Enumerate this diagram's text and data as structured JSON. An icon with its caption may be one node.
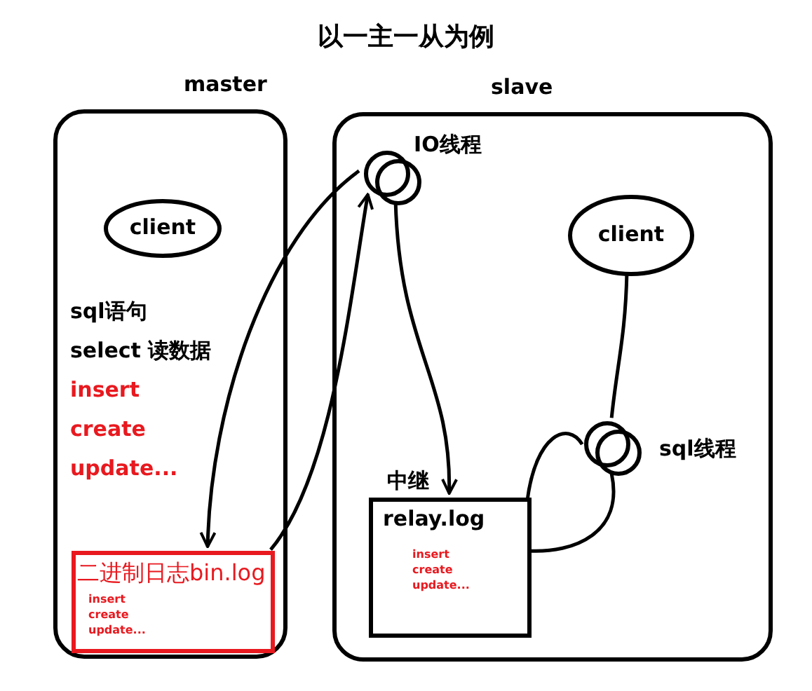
{
  "diagram": {
    "title": "以一主一从为例",
    "nodes": [
      {
        "text": [
          "master"
        ]
      },
      {
        "text": [
          "client"
        ],
        "in": 0
      },
      {
        "text": [
          "二进制日志bin.log",
          "insert",
          "create",
          "update..."
        ],
        "in": 0
      },
      {
        "text": [
          "slave"
        ]
      },
      {
        "text": [],
        "shape": "circle",
        "beside": [
          "IO线程"
        ],
        "in": 3
      },
      {
        "text": [
          "client"
        ],
        "in": 3
      },
      {
        "text": [],
        "shape": "circle",
        "beside": [
          "sql线程"
        ],
        "in": 3
      },
      {
        "text": [
          "relay.log",
          "insert",
          "create",
          "update..."
        ],
        "beside": [
          "中继"
        ],
        "in": 3
      }
    ],
    "edges": [
      {
        "from": 2,
        "to": 4,
        "arrow": "to"
      },
      {
        "from": 4,
        "to": 2,
        "arrow": "to"
      },
      {
        "from": 4,
        "to": 7,
        "arrow": "to"
      },
      {
        "from": 5,
        "to": 6,
        "arrow": "none"
      },
      {
        "from": 7,
        "to": 6,
        "arrow": "none"
      },
      {
        "from": 6,
        "to": 7,
        "arrow": "none"
      }
    ],
    "labels": [
      "sql语句",
      "select 读数据",
      "insert",
      "create",
      "update..."
    ]
  }
}
